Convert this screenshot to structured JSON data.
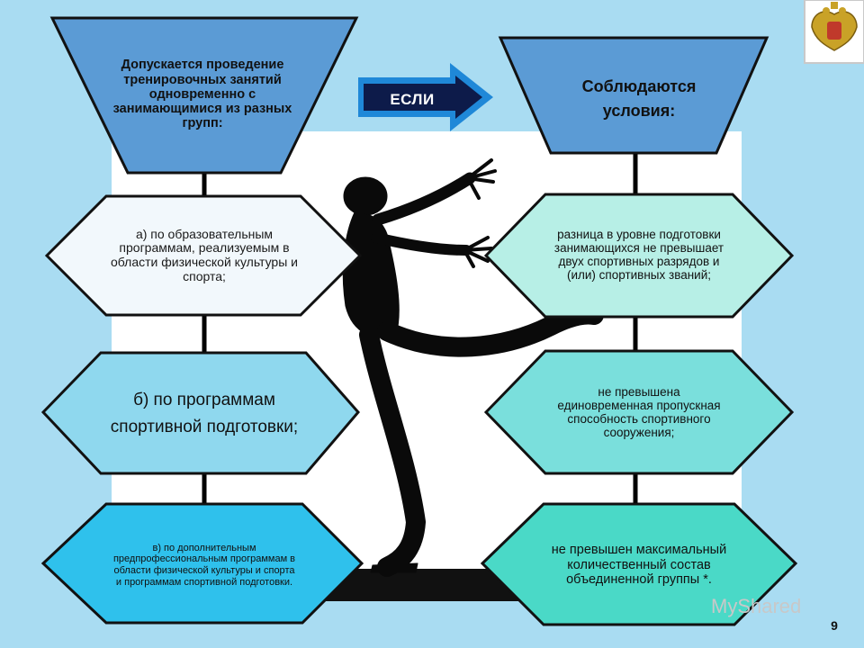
{
  "left_column": {
    "header": "Допускается проведение тренировочных занятий одновременно с занимающимися из разных групп:",
    "items": [
      "а) по образовательным программам, реализуемым в области физической культуры и спорта;",
      "б) по программам спортивной подготовки;",
      "в) по дополнительным предпрофессиональным программам в области физической культуры и спорта и программам спортивной подготовки."
    ]
  },
  "arrow_label": "ЕСЛИ",
  "right_column": {
    "header": "Соблюдаются условия:",
    "items": [
      "разница в уровне подготовки занимающихся не превышает двух спортивных разрядов и (или) спортивных званий;",
      "не превышена единовременная пропускная способность спортивного сооружения;",
      "не превышен максимальный количественный состав объединенной группы *."
    ]
  },
  "watermark": "MyShared",
  "page_number": "9",
  "colors": {
    "background": "#a9dcf2",
    "funnel_fill": "#5b9bd5",
    "hex_left_1": "#f2f8fc",
    "hex_left_2": "#8fd8ee",
    "hex_left_3": "#2fc1ec",
    "hex_right_1": "#b7efe6",
    "hex_right_2": "#7adfdc",
    "hex_right_3": "#4ad9c7",
    "arrow_fill": "#0d1b4a",
    "arrow_outline": "#1f88d8"
  },
  "icons": [
    "coat-of-arms-icon",
    "gymnast-silhouette"
  ]
}
